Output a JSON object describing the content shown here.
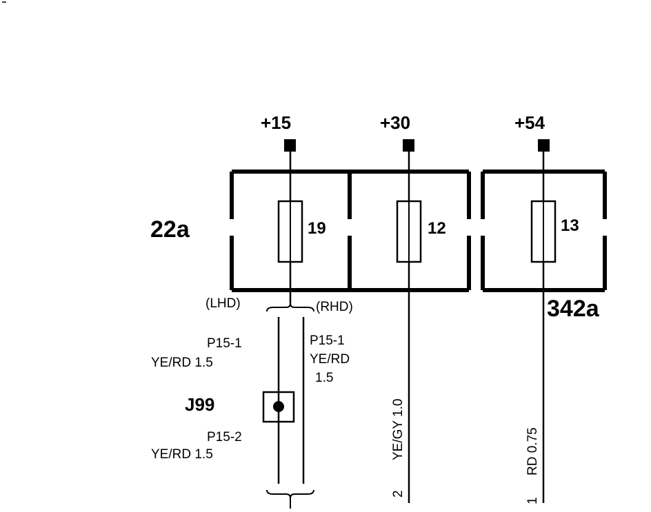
{
  "diagram": {
    "terminals": {
      "t15": "+15",
      "t30": "+30",
      "t54": "+54"
    },
    "components": {
      "block_a": "22a",
      "block_b": "342a",
      "connector": "J99"
    },
    "fuses": {
      "f19": "19",
      "f12": "12",
      "f13": "13"
    },
    "variants": {
      "lhd": "(LHD)",
      "rhd": "(RHD)"
    },
    "wires": {
      "lhd_pin_top": "P15-1",
      "lhd_spec_top": "YE/RD  1.5",
      "lhd_pin_bottom": "P15-2",
      "lhd_spec_bottom": "YE/RD  1.5",
      "rhd_pin": "P15-1",
      "rhd_color": "YE/RD",
      "rhd_size": "1.5",
      "fuse12_wire": "YE/GY  1.0",
      "fuse12_pin": "2",
      "fuse13_wire": "RD 0.75",
      "fuse13_pin": "1"
    },
    "colors": {
      "ink": "#000000",
      "paper": "#ffffff"
    }
  }
}
